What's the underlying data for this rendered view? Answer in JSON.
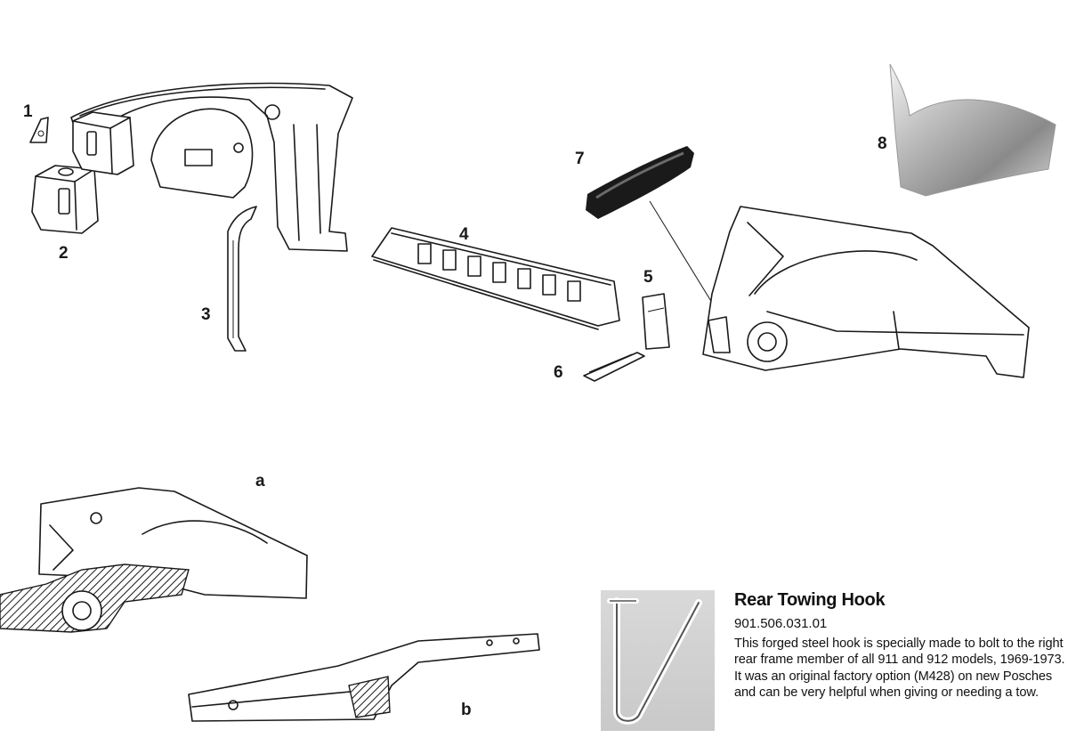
{
  "callouts": {
    "n1": "1",
    "n2": "2",
    "n3": "3",
    "n4": "4",
    "n5": "5",
    "n6": "6",
    "n7": "7",
    "n8": "8",
    "a": "a",
    "b": "b"
  },
  "product": {
    "title": "Rear Towing Hook",
    "part_number": "901.506.031.01",
    "description": "This forged steel hook is specially made to bolt to the right rear frame member of all 911 and 912 models, 1969-1973. It was an original factory option (M428) on new Posches and can be very helpful when giving or needing a tow."
  }
}
